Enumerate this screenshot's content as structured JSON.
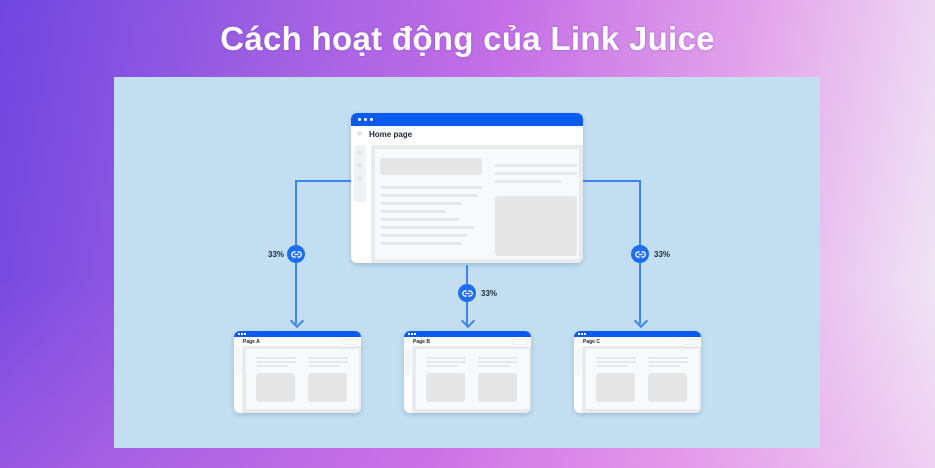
{
  "title": "Cách hoạt động của Link Juice",
  "colors": {
    "panel": "#C2DEF0",
    "window_bar": "#0C5BF0",
    "connector": "#3D83F2",
    "badge": "#1F6FF2"
  },
  "diagram": {
    "root": {
      "label": "Home page",
      "icon": "browser-window"
    },
    "children": [
      {
        "label": "Page A",
        "share": "33%"
      },
      {
        "label": "Page B",
        "share": "33%"
      },
      {
        "label": "Page C",
        "share": "33%"
      }
    ],
    "edge_icon": "link-icon"
  }
}
